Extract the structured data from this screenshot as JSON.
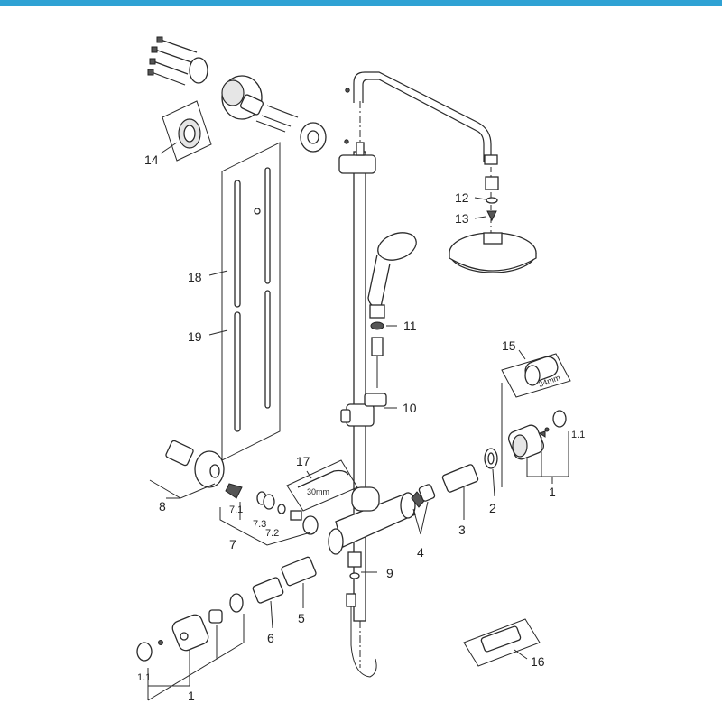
{
  "colors": {
    "top_bar": "#2fa2d4",
    "line": "#2a2a2a"
  },
  "labels": {
    "p1_right": "1",
    "p1_1_right": "1.1",
    "p2": "2",
    "p3": "3",
    "p4": "4",
    "p5": "5",
    "p6": "6",
    "p7": "7",
    "p7_1": "7.1",
    "p7_2": "7.2",
    "p7_3": "7.3",
    "p8": "8",
    "p9": "9",
    "p10": "10",
    "p11": "11",
    "p12": "12",
    "p13": "13",
    "p14": "14",
    "p15": "15",
    "p15_dim": "34mm",
    "p16": "16",
    "p17": "17",
    "p17_dim": "30mm",
    "p18": "18",
    "p19": "19",
    "p1_left": "1",
    "p1_1_left": "1.1"
  }
}
